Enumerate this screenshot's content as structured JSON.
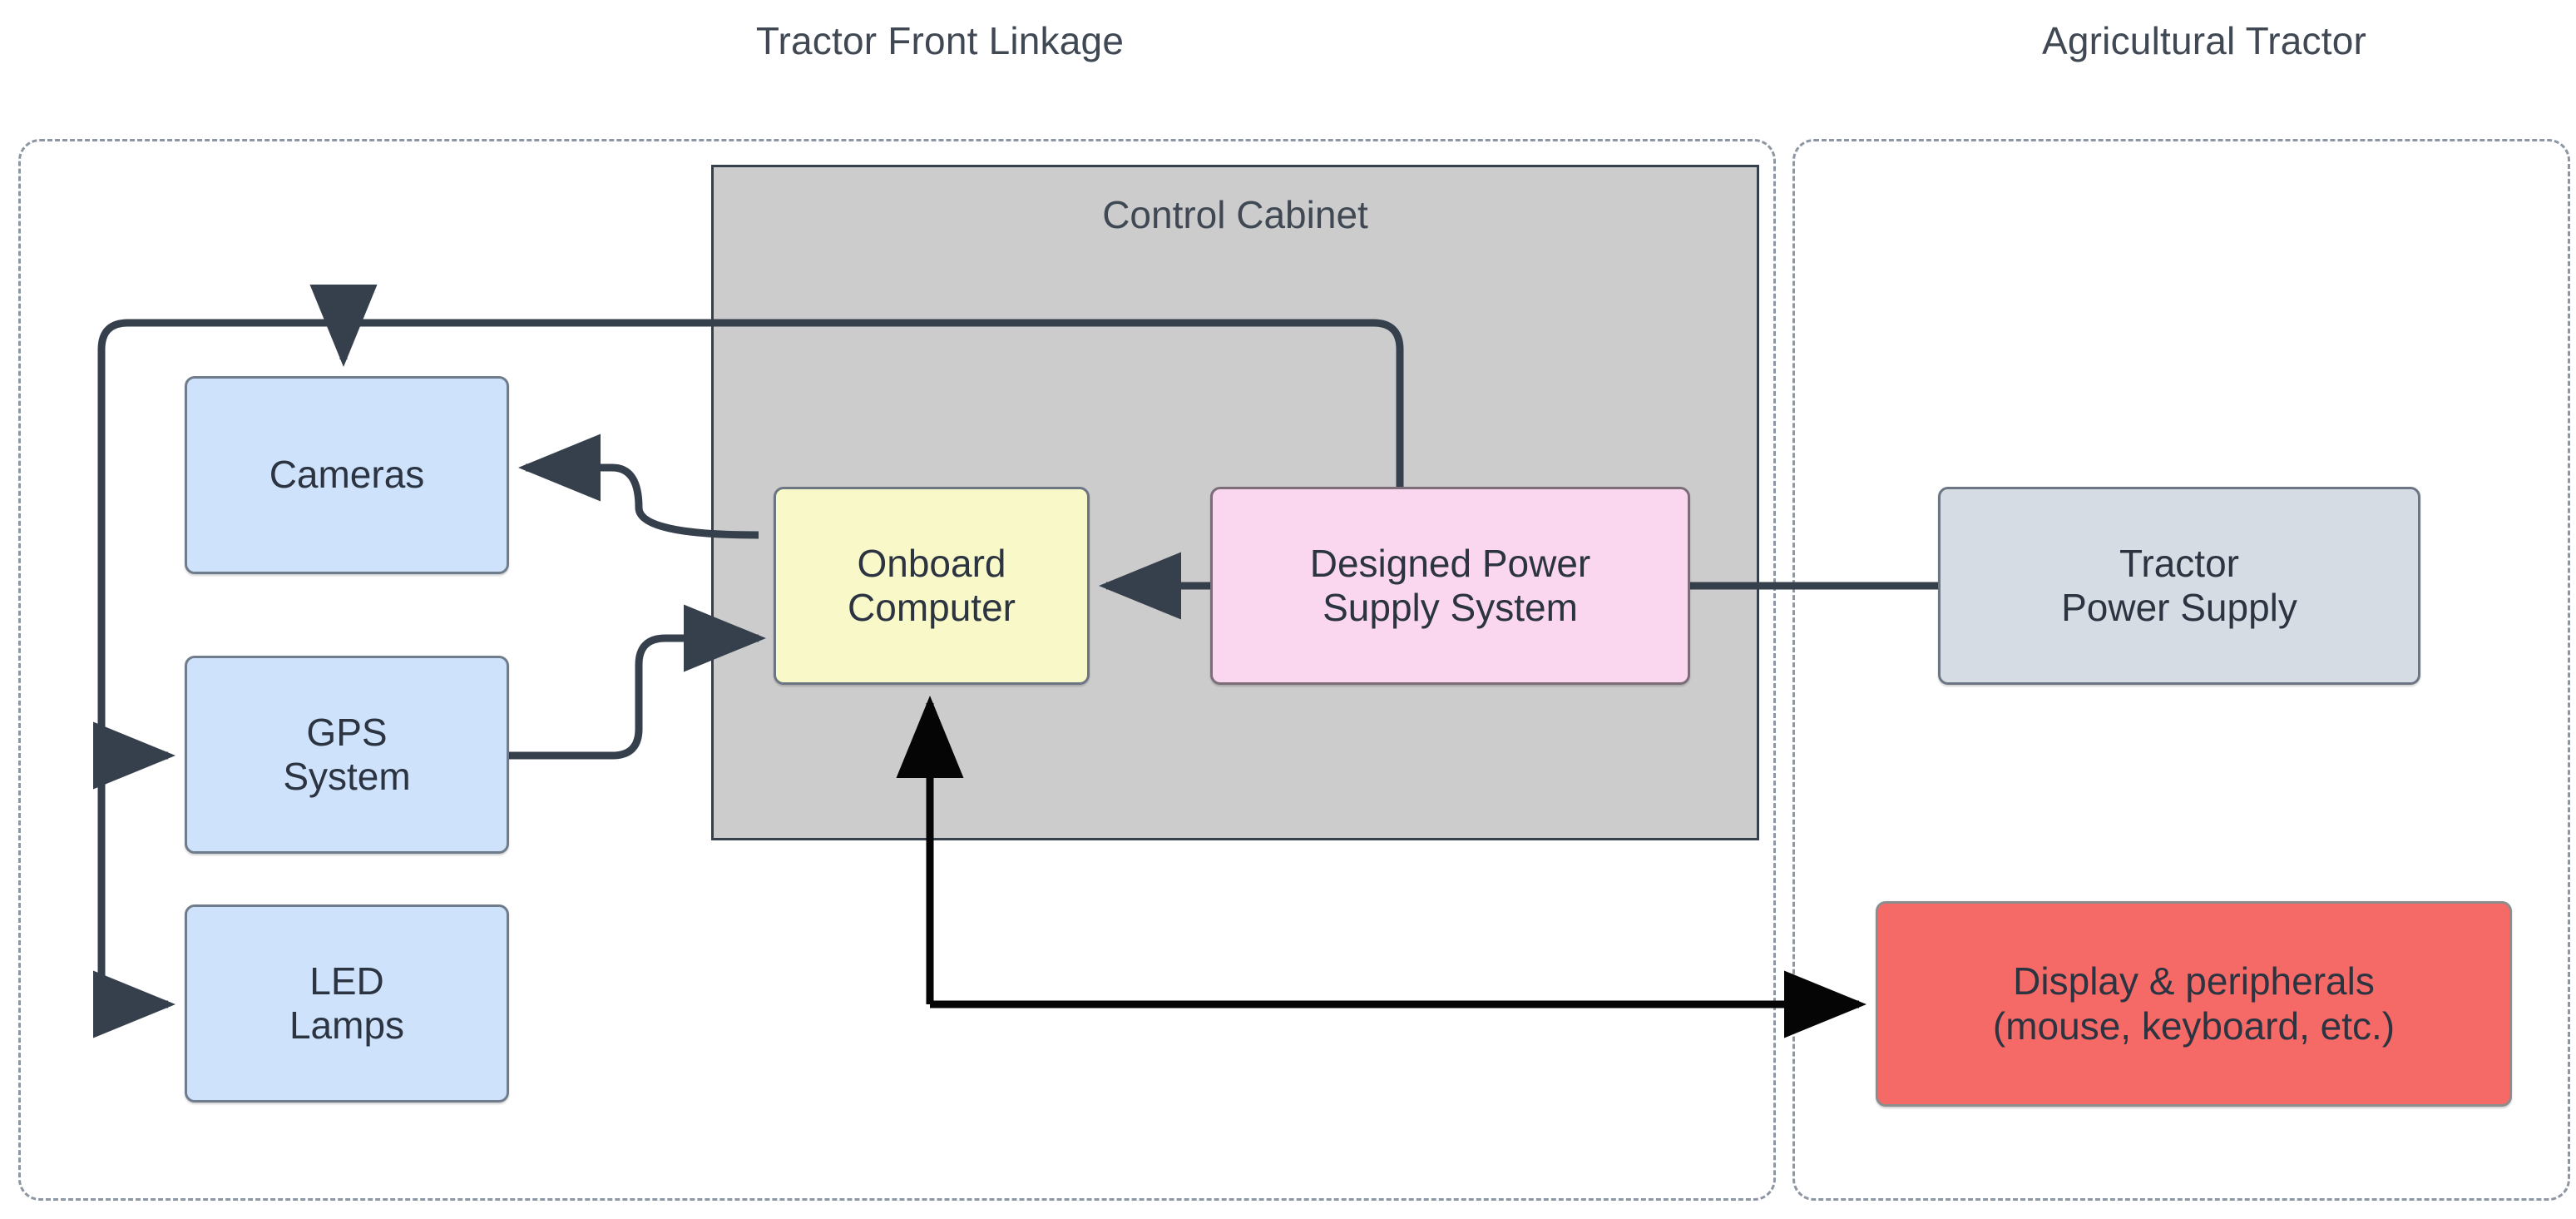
{
  "diagram": {
    "type": "block-diagram",
    "title_left": "Tractor Front Linkage",
    "title_right": "Agricultural Tractor",
    "containers": [
      {
        "id": "front-linkage",
        "label": "Tractor Front Linkage",
        "style": "dashed"
      },
      {
        "id": "agricultural-tractor",
        "label": "Agricultural Tractor",
        "style": "dashed"
      },
      {
        "id": "control-cabinet",
        "label": "Control Cabinet",
        "style": "solid-grey"
      }
    ],
    "nodes": [
      {
        "id": "cameras",
        "label": "Cameras",
        "lines": [
          "Cameras"
        ],
        "color": "#cfe2fc"
      },
      {
        "id": "gps",
        "label": "GPS System",
        "lines": [
          "GPS",
          "System"
        ],
        "color": "#cfe2fc"
      },
      {
        "id": "led",
        "label": "LED Lamps",
        "lines": [
          "LED",
          "Lamps"
        ],
        "color": "#cfe2fc"
      },
      {
        "id": "onboard",
        "label": "Onboard Computer",
        "lines": [
          "Onboard",
          "Computer"
        ],
        "color": "#f8f8c8"
      },
      {
        "id": "psu",
        "label": "Designed Power Supply System",
        "lines": [
          "Designed Power",
          "Supply System"
        ],
        "color": "#fad7ef"
      },
      {
        "id": "tractor-psu",
        "label": "Tractor Power Supply",
        "lines": [
          "Tractor",
          "Power Supply"
        ],
        "color": "#d6dce4"
      },
      {
        "id": "display",
        "label": "Display & peripherals (mouse, keyboard, etc.)",
        "lines": [
          "Display & peripherals",
          "(mouse, keyboard, etc.)"
        ],
        "color": "#f56a67"
      }
    ],
    "edges": [
      {
        "from": "tractor-psu",
        "to": "psu",
        "direction": "to",
        "kind": "power"
      },
      {
        "from": "psu",
        "to": "onboard",
        "direction": "to",
        "kind": "power"
      },
      {
        "from": "psu",
        "to": "cameras",
        "direction": "to",
        "kind": "power"
      },
      {
        "from": "psu",
        "to": "gps",
        "direction": "to",
        "kind": "power"
      },
      {
        "from": "psu",
        "to": "led",
        "direction": "to",
        "kind": "power"
      },
      {
        "from": "cameras",
        "to": "onboard",
        "direction": "to",
        "kind": "data"
      },
      {
        "from": "gps",
        "to": "onboard",
        "direction": "to",
        "kind": "data"
      },
      {
        "from": "onboard",
        "to": "display",
        "direction": "both",
        "kind": "data"
      }
    ],
    "colors": {
      "edge": "#36404c",
      "cabinet_fill": "#cccccc",
      "dashed_border": "#8d96a3",
      "text": "#2b3440"
    }
  }
}
